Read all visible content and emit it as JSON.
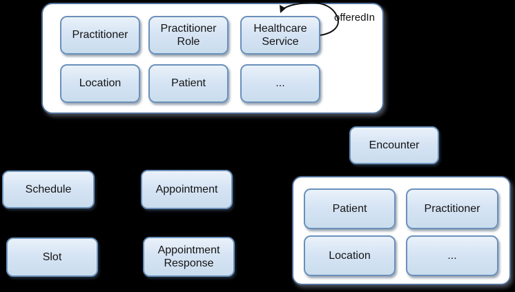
{
  "diagram": {
    "background_color": "#000000",
    "node_fill_color": "#d6e4f4",
    "node_border_color": "#6a90ba",
    "panel_fill_color": "#ffffff",
    "panel_border_color": "#4f7099",
    "text_color": "#141414",
    "group_top": {
      "nodes": [
        {
          "label": "Practitioner"
        },
        {
          "label": "Practitioner Role"
        },
        {
          "label": "Healthcare Service"
        },
        {
          "label": "Location"
        },
        {
          "label": "Patient"
        },
        {
          "label": "..."
        }
      ]
    },
    "loop": {
      "label": "offeredIn"
    },
    "standalone_nodes": [
      {
        "label": "Schedule"
      },
      {
        "label": "Appointment"
      },
      {
        "label": "Slot"
      },
      {
        "label": "Appointment Response"
      },
      {
        "label": "Encounter"
      }
    ],
    "group_bottom": {
      "nodes": [
        {
          "label": "Patient"
        },
        {
          "label": "Practitioner"
        },
        {
          "label": "Location"
        },
        {
          "label": "..."
        }
      ]
    }
  }
}
